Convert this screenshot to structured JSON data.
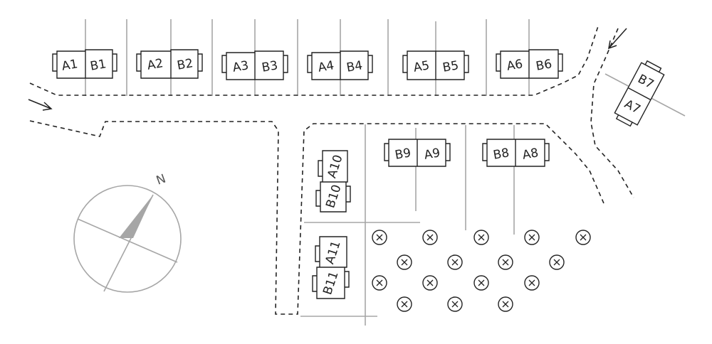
{
  "compass": {
    "north_label": "N"
  },
  "buildings": {
    "a1": "A1",
    "b1": "B1",
    "a2": "A2",
    "b2": "B2",
    "a3": "A3",
    "b3": "B3",
    "a4": "A4",
    "b4": "B4",
    "a5": "A5",
    "b5": "B5",
    "a6": "A6",
    "b6": "B6",
    "a7": "A7",
    "b7": "B7",
    "a8": "A8",
    "b8": "B8",
    "a9": "A9",
    "b9": "B9",
    "a10": "A10",
    "b10": "B10",
    "a11": "A11",
    "b11": "B11"
  },
  "colors": {
    "ink": "#222222",
    "lot_line": "#a6a6a6",
    "compass_fill": "#a6a6a6"
  },
  "icons": {
    "tree": "tree-x-circle-icon",
    "entry": "arrow-icon"
  }
}
